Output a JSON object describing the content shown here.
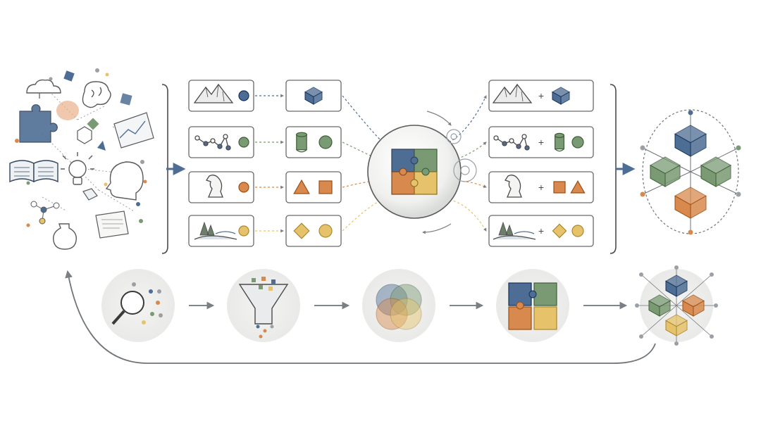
{
  "colors": {
    "ink": "#4a4a4a",
    "blue": "#4e6d94",
    "green": "#7a9a73",
    "orange": "#d88a4e",
    "yellow": "#e6c36a",
    "gray": "#9aa0a6",
    "paper": "#f4f4f2"
  },
  "sources": [
    {
      "icon": "mountain-icon",
      "marker": "blue-circle"
    },
    {
      "icon": "graph-network-icon",
      "marker": "green-circle"
    },
    {
      "icon": "chess-knight-icon",
      "marker": "orange-circle"
    },
    {
      "icon": "landscape-icon",
      "marker": "yellow-circle"
    }
  ],
  "primitives": [
    {
      "shapes": [
        "blue-cube"
      ]
    },
    {
      "shapes": [
        "green-cylinder",
        "green-circle"
      ]
    },
    {
      "shapes": [
        "orange-triangle",
        "orange-square"
      ]
    },
    {
      "shapes": [
        "yellow-diamond",
        "yellow-circle"
      ]
    }
  ],
  "combinations": [
    {
      "icon": "mountain-icon",
      "operator": "+",
      "shapes": [
        "blue-cube"
      ]
    },
    {
      "icon": "graph-network-icon",
      "operator": "+",
      "shapes": [
        "green-cylinder",
        "green-circle"
      ]
    },
    {
      "icon": "chess-knight-icon",
      "operator": "+",
      "shapes": [
        "orange-square",
        "orange-triangle"
      ]
    },
    {
      "icon": "landscape-icon",
      "operator": "+",
      "shapes": [
        "yellow-diamond",
        "yellow-circle"
      ]
    }
  ],
  "pipeline_steps": [
    {
      "icon": "magnifier-search-icon"
    },
    {
      "icon": "funnel-filter-icon"
    },
    {
      "icon": "venn-overlap-icon"
    },
    {
      "icon": "puzzle-assemble-icon"
    },
    {
      "icon": "cube-network-icon"
    }
  ]
}
